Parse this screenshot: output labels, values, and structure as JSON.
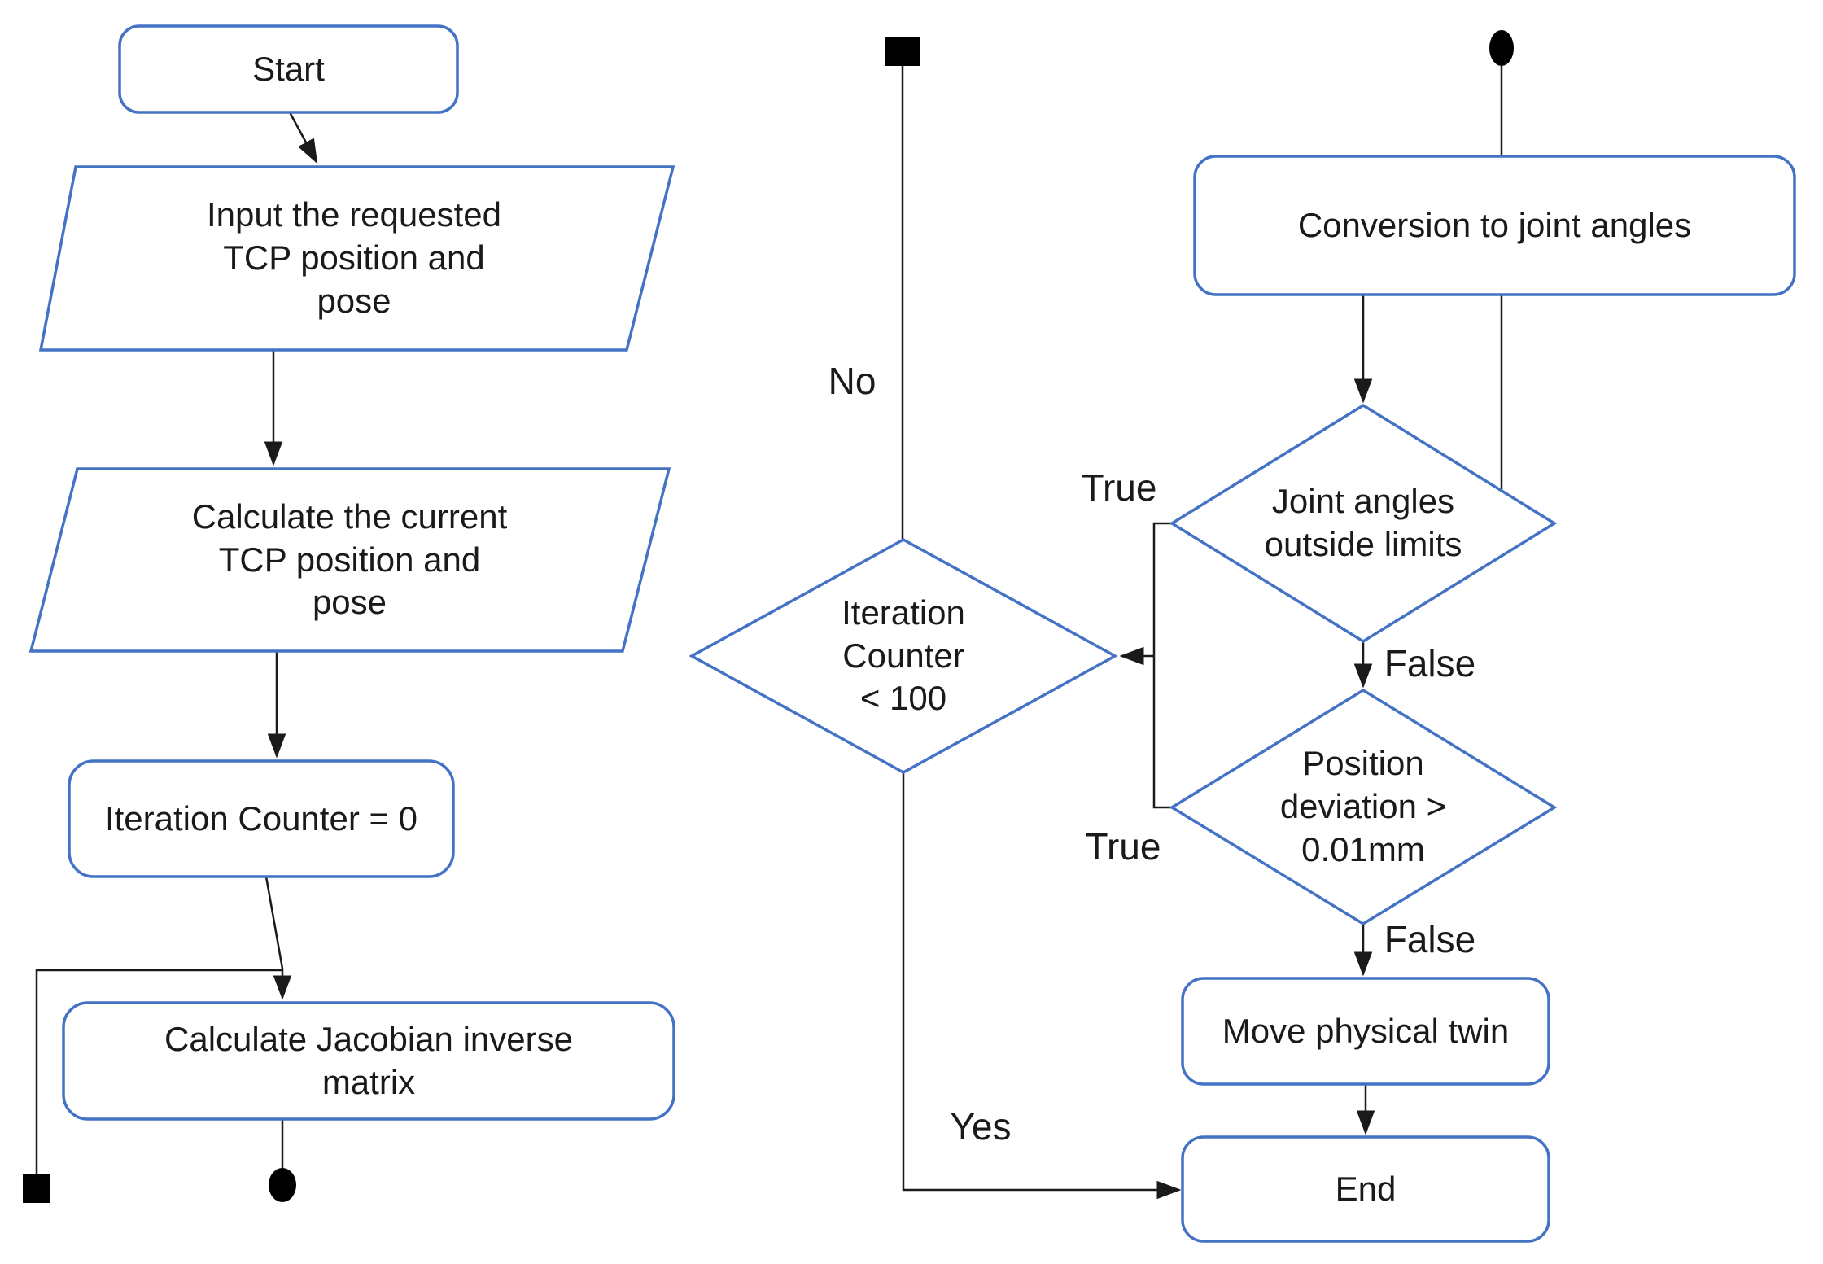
{
  "diagram": {
    "colors": {
      "node_border": "#4472C4",
      "node_fill": "#ffffff",
      "connector": "#1a1a1a",
      "text": "#1a1a1a",
      "terminal_fill": "#000000"
    },
    "nodes": {
      "start": {
        "label": "Start"
      },
      "input_tcp": {
        "lines": [
          "Input the requested",
          "TCP position and",
          "pose"
        ]
      },
      "calc_tcp": {
        "lines": [
          "Calculate the current",
          "TCP position and",
          "pose"
        ]
      },
      "iter_init": {
        "label": "Iteration Counter = 0"
      },
      "jacobian": {
        "lines": [
          "Calculate Jacobian inverse",
          "matrix"
        ]
      },
      "iter_check": {
        "lines": [
          "Iteration",
          "Counter",
          "< 100"
        ]
      },
      "conversion": {
        "label": "Conversion to joint angles"
      },
      "joint_limits": {
        "lines": [
          "Joint angles",
          "outside limits"
        ]
      },
      "pos_deviation": {
        "lines": [
          "Position",
          "deviation >",
          "0.01mm"
        ]
      },
      "move_twin": {
        "label": "Move physical twin"
      },
      "end": {
        "label": "End"
      }
    },
    "edge_labels": {
      "no": "No",
      "yes": "Yes",
      "true_joint": "True",
      "true_deviation": "True",
      "false_joint": "False",
      "false_deviation": "False"
    }
  }
}
